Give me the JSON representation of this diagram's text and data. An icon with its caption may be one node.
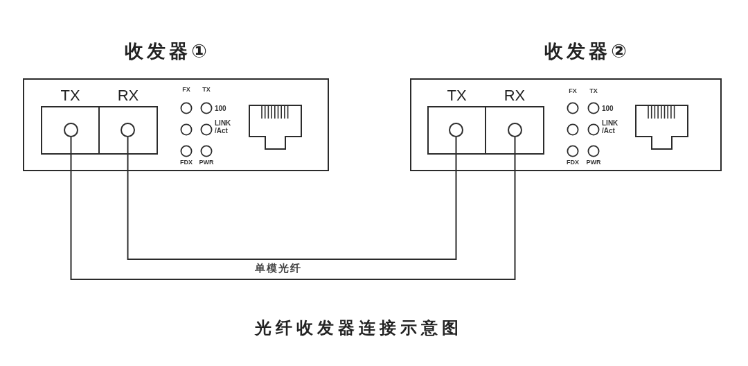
{
  "diagram": {
    "caption": "光纤收发器连接示意图",
    "nodes": [
      {
        "text": [
          "收发器①"
        ]
      },
      {
        "text": [
          "TX"
        ],
        "in": 0
      },
      {
        "text": [],
        "shape": "circle",
        "in": 1
      },
      {
        "text": [
          "RX"
        ],
        "in": 0
      },
      {
        "text": [],
        "shape": "circle",
        "in": 3
      },
      {
        "text": [
          "收发器②"
        ]
      },
      {
        "text": [
          "TX"
        ],
        "in": 5
      },
      {
        "text": [],
        "shape": "circle",
        "in": 6
      },
      {
        "text": [
          "RX"
        ],
        "in": 5
      },
      {
        "text": [],
        "shape": "circle",
        "in": 8
      }
    ],
    "edges": [
      {
        "from": 2,
        "to": 9,
        "arrow": "none"
      },
      {
        "from": 4,
        "to": 7,
        "arrow": "none"
      }
    ],
    "labels": [
      "FX",
      "TX",
      "100",
      "LINK /Act",
      "FDX",
      "PWR",
      "FX",
      "TX",
      "100",
      "LINK /Act",
      "FDX",
      "PWR",
      "单模光纤"
    ]
  }
}
